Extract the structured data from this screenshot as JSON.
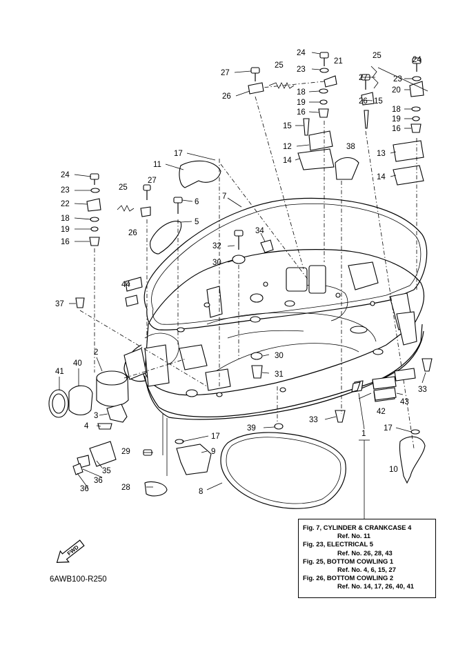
{
  "callouts": [
    {
      "id": "24",
      "label": "24"
    },
    {
      "id": "21",
      "label": "21"
    },
    {
      "id": "25",
      "label": "25"
    },
    {
      "id": "23",
      "label": "23"
    },
    {
      "id": "27",
      "label": "27"
    },
    {
      "id": "26",
      "label": "26"
    },
    {
      "id": "18",
      "label": "18"
    },
    {
      "id": "19",
      "label": "19"
    },
    {
      "id": "16",
      "label": "16"
    },
    {
      "id": "15",
      "label": "15"
    },
    {
      "id": "12",
      "label": "12"
    },
    {
      "id": "14",
      "label": "14"
    },
    {
      "id": "38",
      "label": "38"
    },
    {
      "id": "20",
      "label": "20"
    },
    {
      "id": "13",
      "label": "13"
    },
    {
      "id": "17",
      "label": "17"
    },
    {
      "id": "11",
      "label": "11"
    },
    {
      "id": "22",
      "label": "22"
    },
    {
      "id": "6",
      "label": "6"
    },
    {
      "id": "5",
      "label": "5"
    },
    {
      "id": "7",
      "label": "7"
    },
    {
      "id": "34",
      "label": "34"
    },
    {
      "id": "32",
      "label": "32"
    },
    {
      "id": "30",
      "label": "30"
    },
    {
      "id": "44",
      "label": "44"
    },
    {
      "id": "37",
      "label": "37"
    },
    {
      "id": "2",
      "label": "2"
    },
    {
      "id": "40",
      "label": "40"
    },
    {
      "id": "41",
      "label": "41"
    },
    {
      "id": "3",
      "label": "3"
    },
    {
      "id": "4",
      "label": "4"
    },
    {
      "id": "31",
      "label": "31"
    },
    {
      "id": "33",
      "label": "33"
    },
    {
      "id": "42",
      "label": "42"
    },
    {
      "id": "43",
      "label": "43"
    },
    {
      "id": "39",
      "label": "39"
    },
    {
      "id": "1",
      "label": "1"
    },
    {
      "id": "29",
      "label": "29"
    },
    {
      "id": "9",
      "label": "9"
    },
    {
      "id": "35",
      "label": "35"
    },
    {
      "id": "36",
      "label": "36"
    },
    {
      "id": "28",
      "label": "28"
    },
    {
      "id": "8",
      "label": "8"
    },
    {
      "id": "10",
      "label": "10"
    }
  ],
  "reference_box": {
    "lines": [
      {
        "fig": "Fig. 7, CYLINDER & CRANKCASE 4",
        "refs": "Ref. No. 11"
      },
      {
        "fig": "Fig. 23, ELECTRICAL 5",
        "refs": "Ref. No. 26, 28, 43"
      },
      {
        "fig": "Fig. 25, BOTTOM COWLING 1",
        "refs": "Ref. No. 4, 6, 15, 27"
      },
      {
        "fig": "Fig. 26, BOTTOM COWLING 2",
        "refs": "Ref. No. 14, 17, 26, 40, 41"
      }
    ]
  },
  "direction_label": "FWD",
  "diagram_code": "6AWB100-R250"
}
